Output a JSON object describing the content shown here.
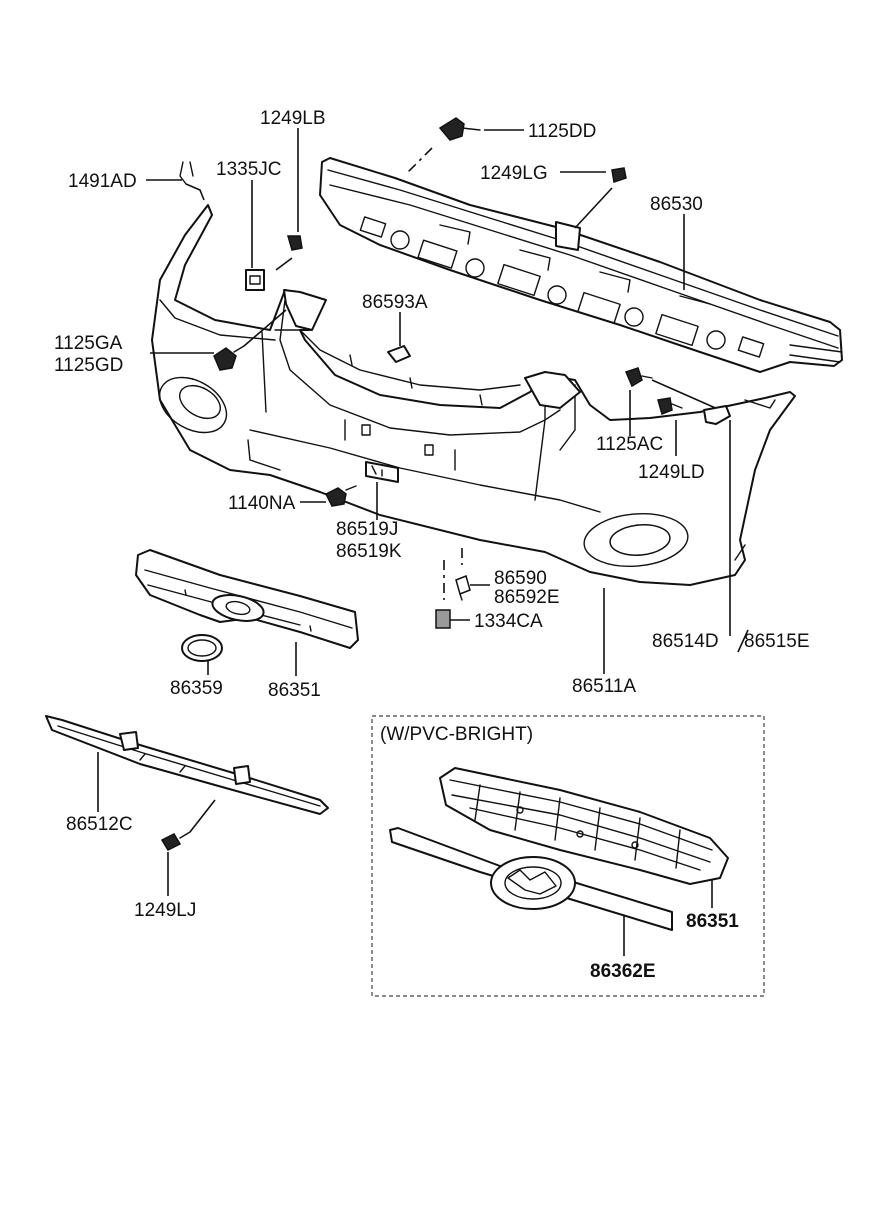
{
  "variant_box_label": "(W/PVC-BRIGHT)",
  "part_labels": {
    "p1249LB": "1249LB",
    "p1125DD": "1125DD",
    "p1491AD": "1491AD",
    "p1335JC": "1335JC",
    "p1249LG": "1249LG",
    "p86530": "86530",
    "p86593A": "86593A",
    "p1125GA": "1125GA",
    "p1125GD": "1125GD",
    "p1125AC": "1125AC",
    "p1249LD": "1249LD",
    "p1140NA": "1140NA",
    "p86519J": "86519J",
    "p86519K": "86519K",
    "p86590": "86590",
    "p86592E": "86592E",
    "p1334CA": "1334CA",
    "p86514D": "86514D",
    "p86515E": "86515E",
    "p86359": "86359",
    "p86351": "86351",
    "p86511A": "86511A",
    "p86512C": "86512C",
    "p1249LJ": "1249LJ",
    "p86351_bright": "86351",
    "p86362E": "86362E"
  }
}
